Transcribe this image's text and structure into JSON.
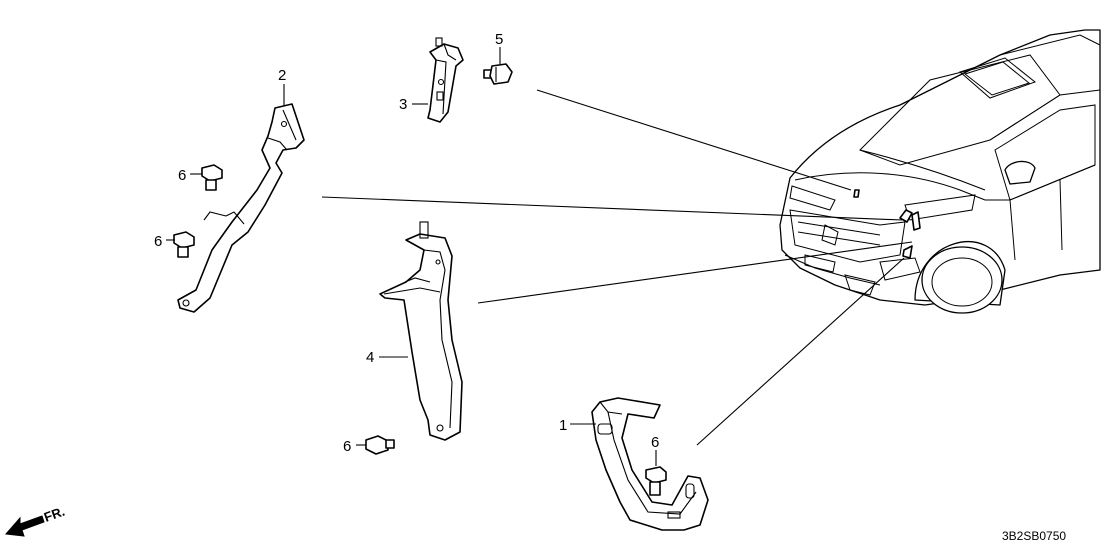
{
  "diagram": {
    "callouts": [
      {
        "id": "c1",
        "text": "1"
      },
      {
        "id": "c2",
        "text": "2"
      },
      {
        "id": "c3",
        "text": "3"
      },
      {
        "id": "c4",
        "text": "4"
      },
      {
        "id": "c5",
        "text": "5"
      },
      {
        "id": "c6a",
        "text": "6"
      },
      {
        "id": "c6b",
        "text": "6"
      },
      {
        "id": "c6c",
        "text": "6"
      },
      {
        "id": "c6d",
        "text": "6"
      }
    ],
    "front_label": "FR.",
    "diagram_code": "3B2SB0750"
  }
}
